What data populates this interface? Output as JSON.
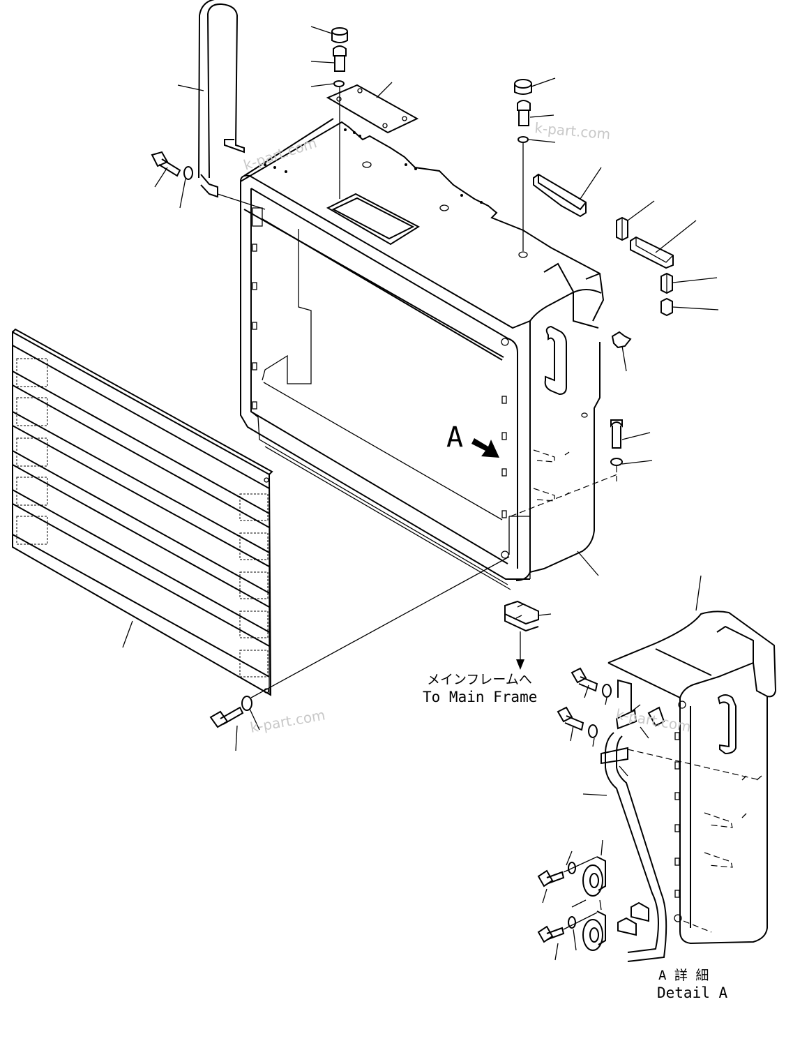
{
  "labels": {
    "view_arrow": "A",
    "main_frame_jp": "メインフレームへ",
    "main_frame_en": "To Main Frame",
    "detail_jp": "A 詳 細",
    "detail_en": "Detail A"
  },
  "watermarks": [
    "k-part.com",
    "k-part.com",
    "k-part.com",
    "k-part.com"
  ]
}
